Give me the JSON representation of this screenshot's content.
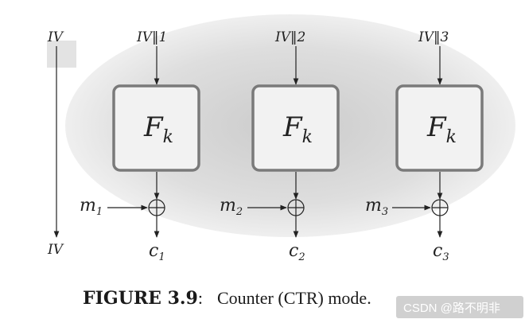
{
  "diagram": {
    "iv_top": "IV",
    "iv_bottom": "IV",
    "blocks": [
      {
        "counter_input": "IV‖1",
        "function_base": "F",
        "function_sub": "k",
        "message_base": "m",
        "message_sub": "1",
        "cipher_base": "c",
        "cipher_sub": "1"
      },
      {
        "counter_input": "IV‖2",
        "function_base": "F",
        "function_sub": "k",
        "message_base": "m",
        "message_sub": "2",
        "cipher_base": "c",
        "cipher_sub": "2"
      },
      {
        "counter_input": "IV‖3",
        "function_base": "F",
        "function_sub": "k",
        "message_base": "m",
        "message_sub": "3",
        "cipher_base": "c",
        "cipher_sub": "3"
      }
    ]
  },
  "caption": {
    "label": "FIGURE 3.9",
    "separator": ":",
    "text": "Counter (CTR) mode."
  },
  "watermark": "CSDN @路不明非",
  "colors": {
    "box_fill": "#f2f2f2",
    "box_stroke": "#7a7a7a",
    "line": "#222222",
    "ellipse_center": "#cfcfcf",
    "ellipse_edge": "#ececec"
  }
}
